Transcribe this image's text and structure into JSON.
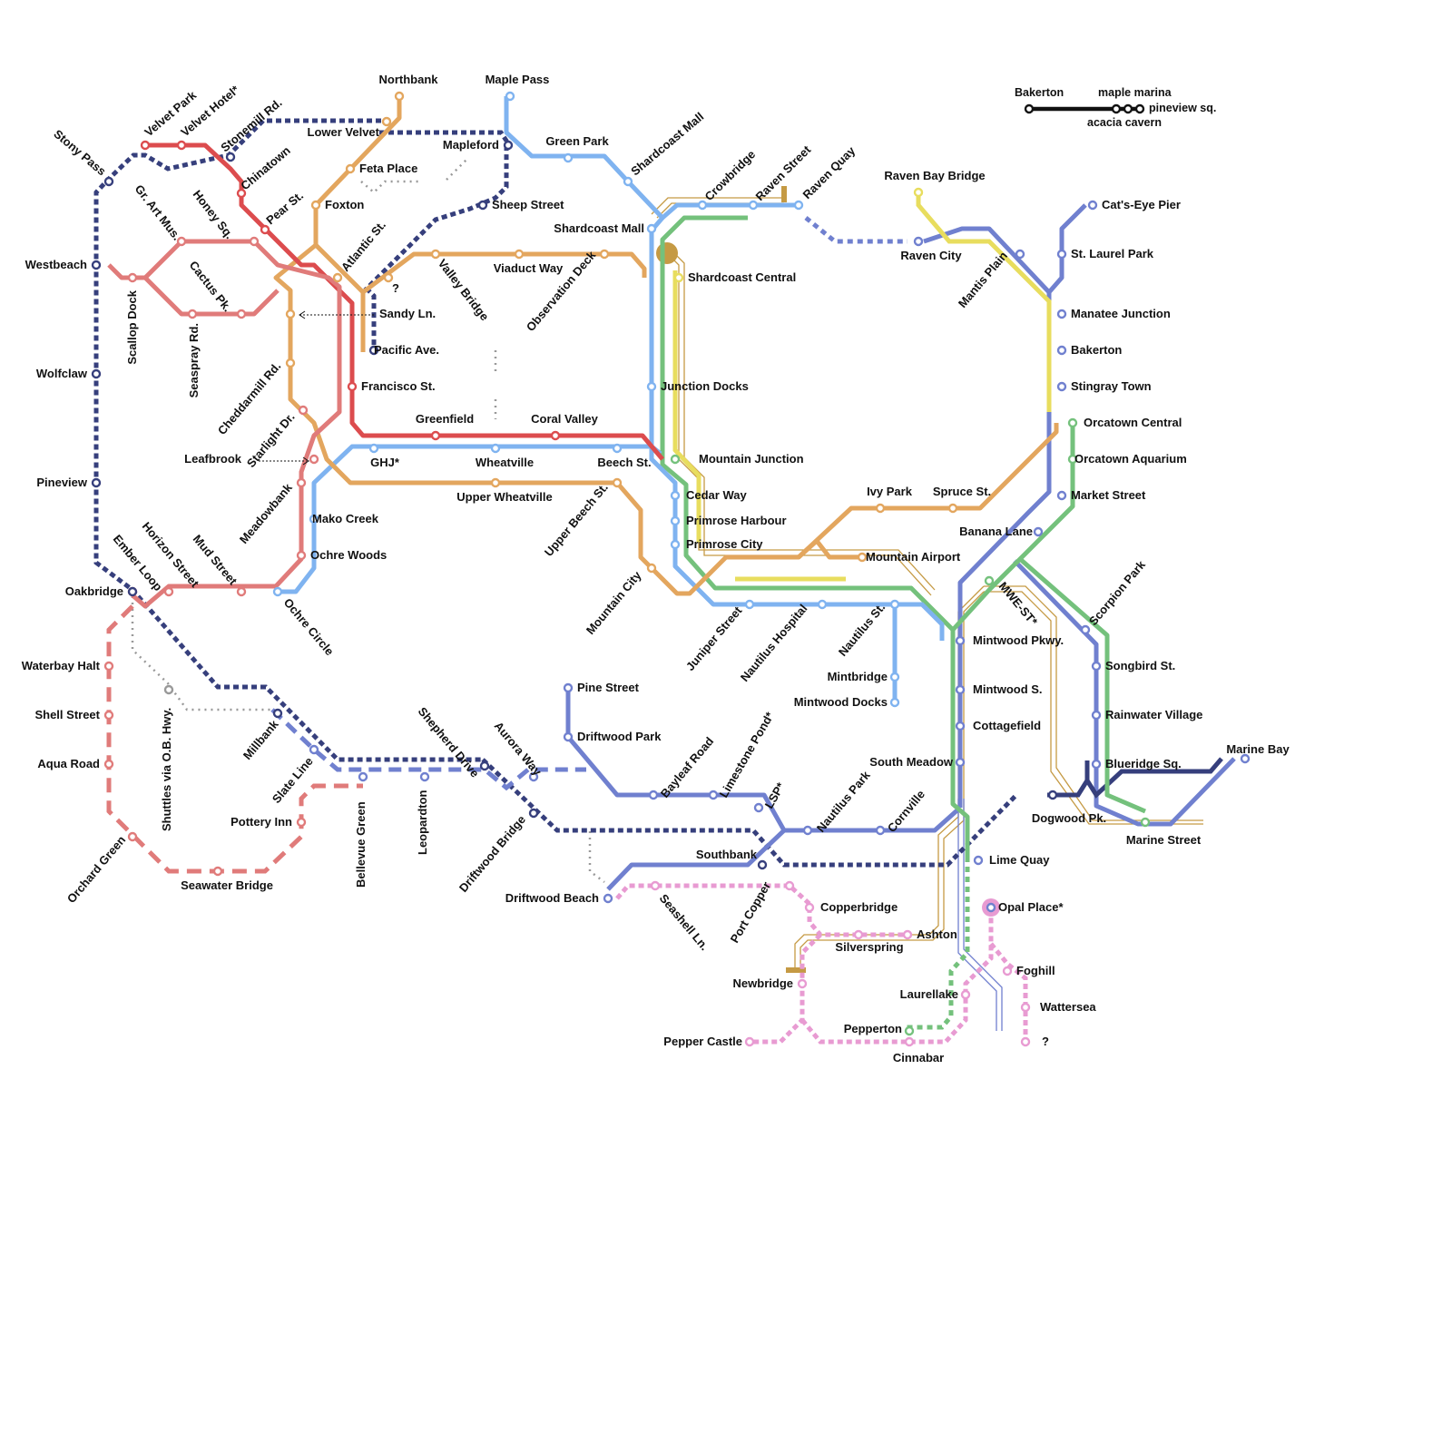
{
  "legend": {
    "labels": [
      "Bakerton",
      "maple marina",
      "pineview sq.",
      "acacia cavern"
    ]
  },
  "colors": {
    "red": "#dc4c4e",
    "salmon": "#e07b7a",
    "orange": "#e3a65e",
    "blue": "#7fb3f0",
    "green": "#74c17c",
    "yellow": "#e8dd5e",
    "purple": "#7080cf",
    "navy": "#363f7c",
    "pink": "#e89bd2",
    "gold": "#c59a44",
    "gray": "#999999",
    "black": "#111111"
  },
  "stations": [
    "Velvet Park",
    "Velvet Hotel*",
    "Stonemill Rd.",
    "Chinatown",
    "Stony Pass",
    "Lower Velvet",
    "Northbank",
    "Maple Pass",
    "Mapleford",
    "Green Park",
    "Shardcoast Mall",
    "Feta Place",
    "Sheep Street",
    "Foxton",
    "Pear St.",
    "Gr. Art Mus.",
    "Honey Sq.",
    "Westbeach",
    "Scallop Dock",
    "Cactus Pk.",
    "Seaspray Rd.",
    "Atlantic St.",
    "?",
    "Sandy Ln.",
    "Pacific Ave.",
    "Valley Bridge",
    "Viaduct Way",
    "Observation Deck",
    "Crowbridge",
    "Raven Street",
    "Raven Quay",
    "Shardcoast Mall",
    "Shardcoast Central",
    "Raven Bay Bridge",
    "Raven City",
    "Mantis Plain",
    "Cat's-Eye Pier",
    "St. Laurel Park",
    "Manatee Junction",
    "Bakerton",
    "Stingray Town",
    "Orcatown Central",
    "Orcatown Aquarium",
    "Market Street",
    "Wolfclaw",
    "Cheddarmill Rd.",
    "Francisco St.",
    "Junction Docks",
    "Greenfield",
    "Coral Valley",
    "Starlight Dr.",
    "Leafbrook",
    "GHJ*",
    "Wheatville",
    "Beech St.",
    "Mountain Junction",
    "Pineview",
    "Meadowbank",
    "Mako Creek",
    "Upper Wheatville",
    "Upper Beech St.",
    "Cedar Way",
    "Primrose Harbour",
    "Primrose City",
    "Ivy Park",
    "Spruce St.",
    "Banana Lane",
    "Ochre Woods",
    "Mountain Airport",
    "Ember Loop",
    "Horizon Street",
    "Mud Street",
    "Oakbridge",
    "Ochre Circle",
    "Mountain City",
    "Juniper Street",
    "Nautilus Hospital",
    "Nautilus St.",
    "MWE-ST*",
    "Scorpion Park",
    "Mintwood Pkwy.",
    "Waterbay Halt",
    "Mintbridge",
    "Mintwood Docks",
    "Pine Street",
    "Mintwood S.",
    "Songbird St.",
    "Shell Street",
    "Millbank",
    "Shuttles via O.B. Hwy.",
    "Rainwater Village",
    "Shepherd Drive",
    "Aurora Way",
    "Cottagefield",
    "Driftwood Park",
    "Limestone Pond*",
    "Bayleaf Road",
    "Marine Bay",
    "Aqua Road",
    "Slate Line",
    "South Meadow",
    "Blueridge Sq.",
    "LSP*",
    "Nautilus Park",
    "Cornville",
    "Dogwood Pk.",
    "Pottery Inn",
    "Bellevue Green",
    "Leopardton",
    "Driftwood Bridge",
    "Marine Street",
    "Orchard Green",
    "Southbank",
    "Lime Quay",
    "Seawater Bridge",
    "Driftwood Beach",
    "Seashell Ln.",
    "Port Copper",
    "Copperbridge",
    "Opal Place*",
    "Ashton",
    "Silverspring",
    "Foghill",
    "Newbridge",
    "Laurellake",
    "Wattersea",
    "Pepperton",
    "Pepper Castle",
    "Cinnabar",
    "?"
  ]
}
